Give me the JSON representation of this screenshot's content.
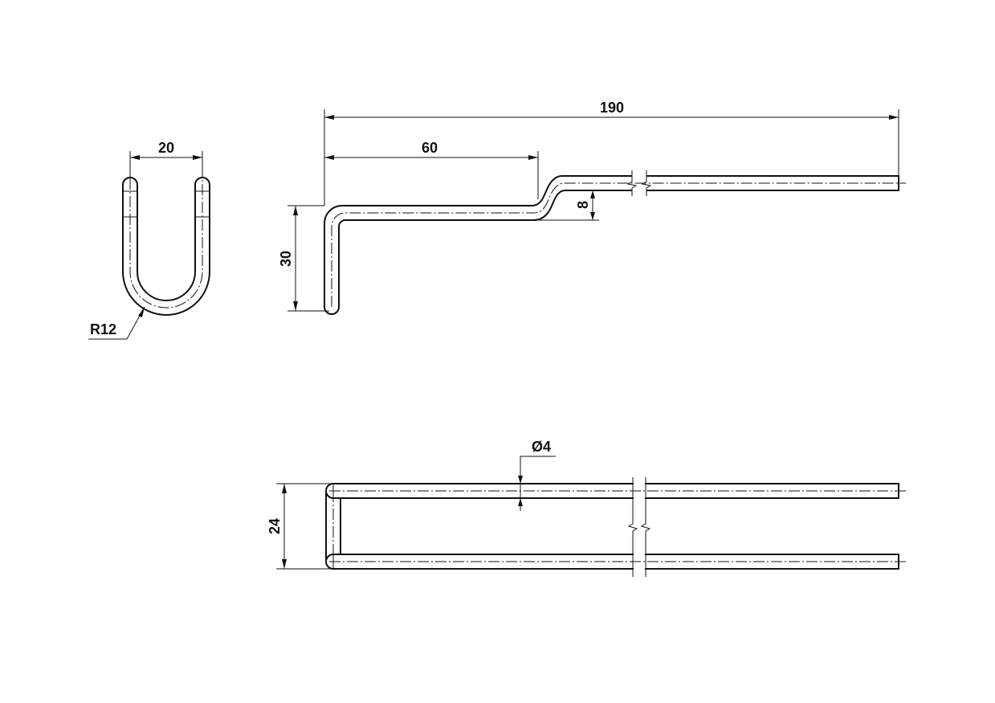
{
  "drawing": {
    "dimensions": {
      "end_view_width": "20",
      "end_view_radius": "R12",
      "side_view_total_length": "190",
      "side_view_offset_length": "60",
      "side_view_height": "30",
      "side_view_step": "8",
      "top_view_width": "24",
      "top_view_diameter": "Ø4"
    }
  }
}
